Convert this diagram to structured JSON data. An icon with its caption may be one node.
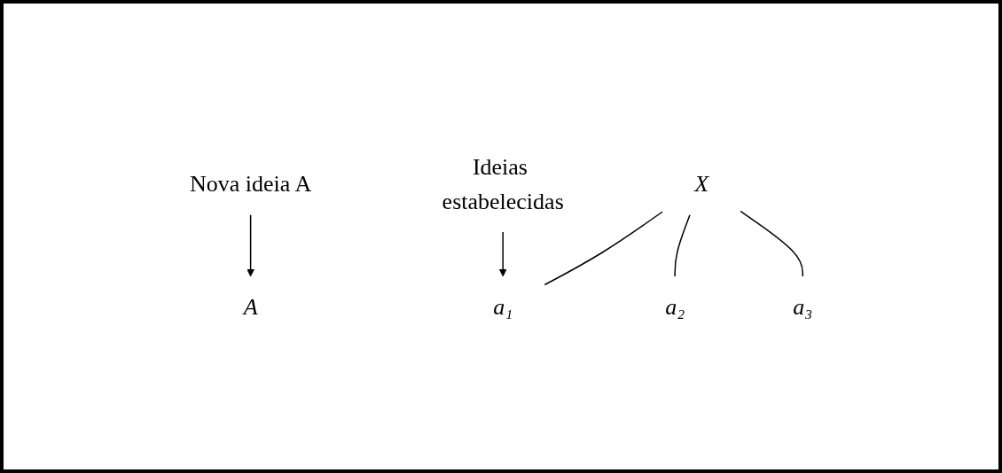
{
  "diagram": {
    "nodes": [
      {
        "text": [
          "Nova ideia A"
        ]
      },
      {
        "text": [
          "A"
        ]
      },
      {
        "text": [
          "X"
        ]
      },
      {
        "text": [
          "a₁"
        ]
      },
      {
        "text": [
          "a₂"
        ]
      },
      {
        "text": [
          "a₃"
        ]
      },
      {
        "text": [
          "Ideias estabelecidas"
        ]
      }
    ],
    "edges": [
      {
        "from": 0,
        "to": 1,
        "arrow": "to"
      },
      {
        "from": 2,
        "to": 3,
        "arrow": "none"
      },
      {
        "from": 2,
        "to": 4,
        "arrow": "none"
      },
      {
        "from": 2,
        "to": 5,
        "arrow": "none"
      },
      {
        "from": 6,
        "to": 3,
        "arrow": "to"
      }
    ]
  }
}
